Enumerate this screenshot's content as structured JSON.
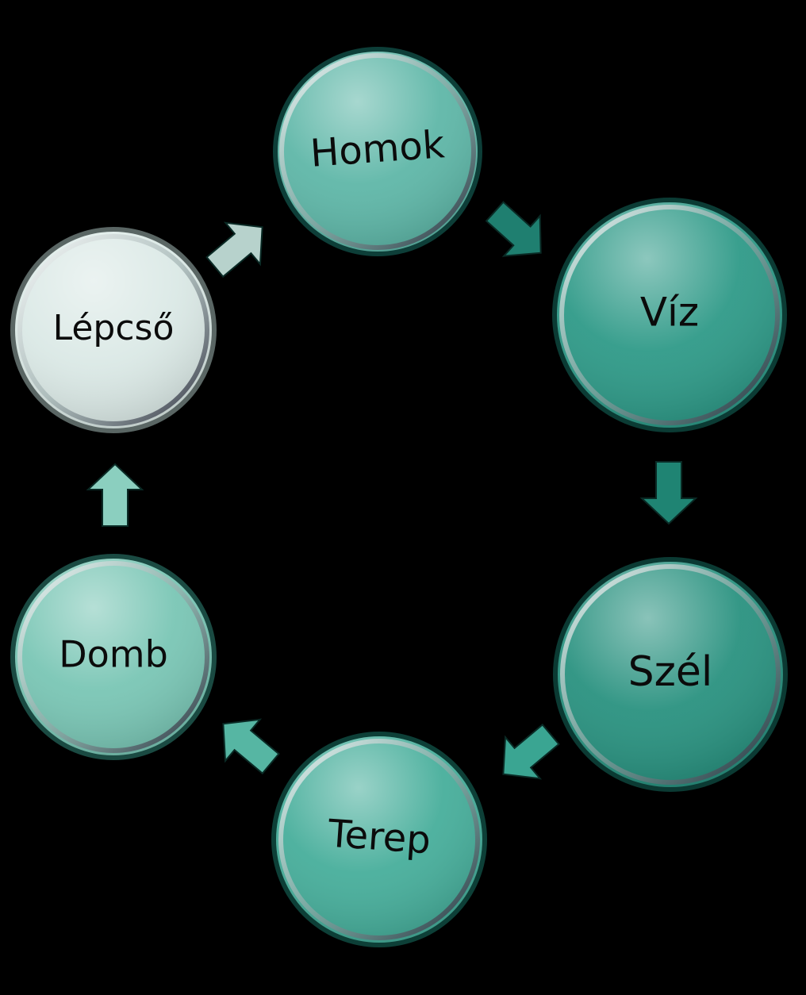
{
  "diagram": {
    "type": "cycle",
    "nodes": [
      {
        "id": "homok",
        "label": "Homok",
        "color": "#5fb7a8"
      },
      {
        "id": "viz",
        "label": "Víz",
        "color": "#2f9a88"
      },
      {
        "id": "szel",
        "label": "Szél",
        "color": "#2a9280"
      },
      {
        "id": "terep",
        "label": "Terep",
        "color": "#47ae9b"
      },
      {
        "id": "domb",
        "label": "Domb",
        "color": "#7ac6b5"
      },
      {
        "id": "lepcso",
        "label": "Lépcső",
        "color": "#dbe9e6"
      }
    ],
    "arrows": [
      {
        "from": "homok",
        "to": "viz",
        "color": "#1f7f70"
      },
      {
        "from": "viz",
        "to": "szel",
        "color": "#1f8473"
      },
      {
        "from": "szel",
        "to": "terep",
        "color": "#3aa592"
      },
      {
        "from": "terep",
        "to": "domb",
        "color": "#56b6a3"
      },
      {
        "from": "domb",
        "to": "lepcso",
        "color": "#8bcfbf"
      },
      {
        "from": "lepcso",
        "to": "homok",
        "color": "#b7d2cc"
      }
    ]
  }
}
